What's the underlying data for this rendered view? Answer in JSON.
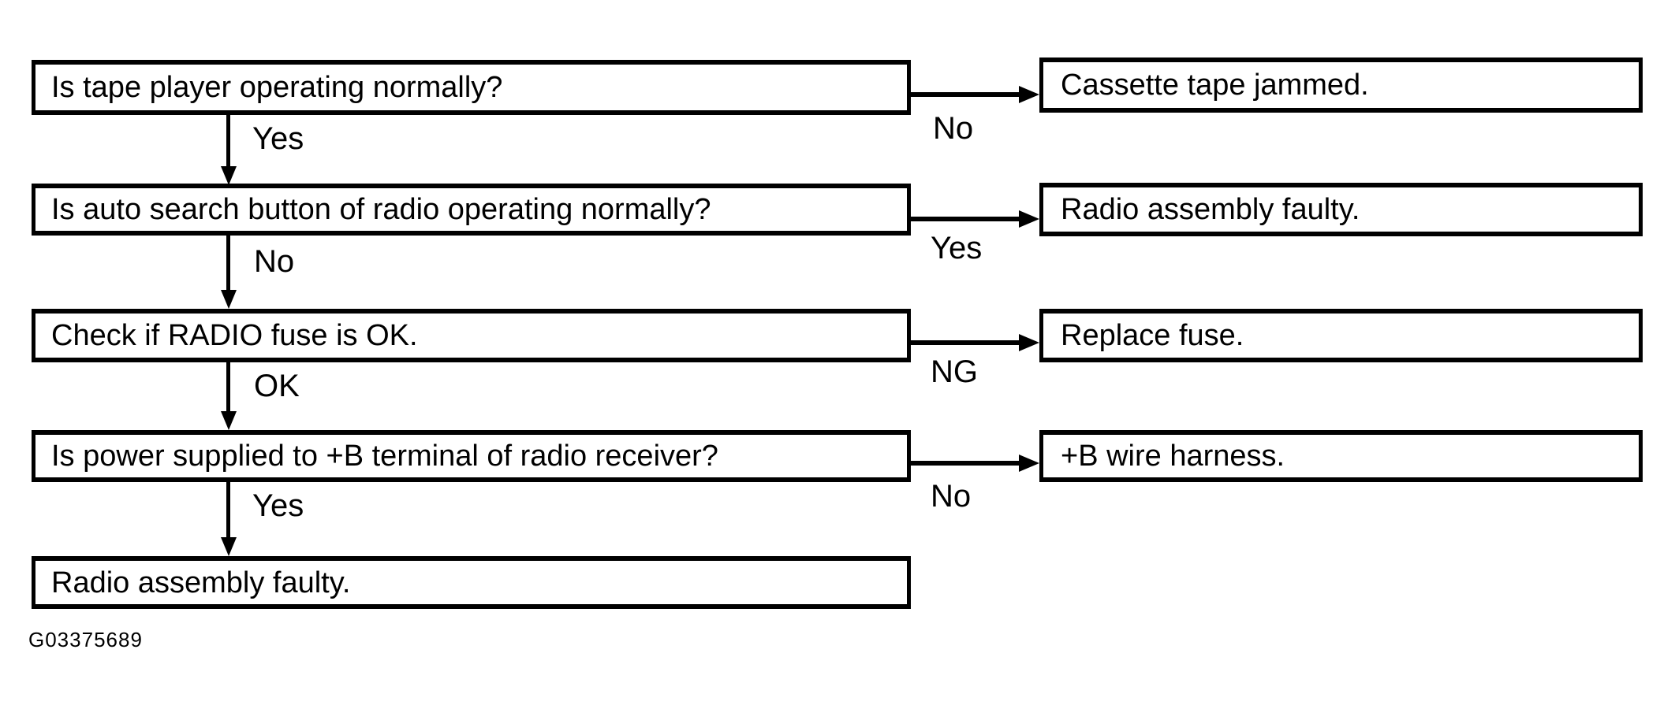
{
  "flowchart": {
    "figure_id": "G03375689",
    "colors": {
      "line": "#000000",
      "box_fill": "#ffffff",
      "background": "#ffffff",
      "text": "#000000"
    },
    "steps": [
      {
        "question": "Is tape player operating normally?",
        "down_label": "Yes",
        "branch_label": "No",
        "branch_result": "Cassette tape jammed."
      },
      {
        "question": "Is auto search button of radio operating normally?",
        "down_label": "No",
        "branch_label": "Yes",
        "branch_result": "Radio assembly faulty."
      },
      {
        "question": "Check if RADIO fuse is OK.",
        "down_label": "OK",
        "branch_label": "NG",
        "branch_result": "Replace fuse."
      },
      {
        "question": "Is power supplied to +B terminal of radio receiver?",
        "down_label": "Yes",
        "branch_label": "No",
        "branch_result": "+B wire harness."
      }
    ],
    "final_result": "Radio assembly faulty."
  }
}
